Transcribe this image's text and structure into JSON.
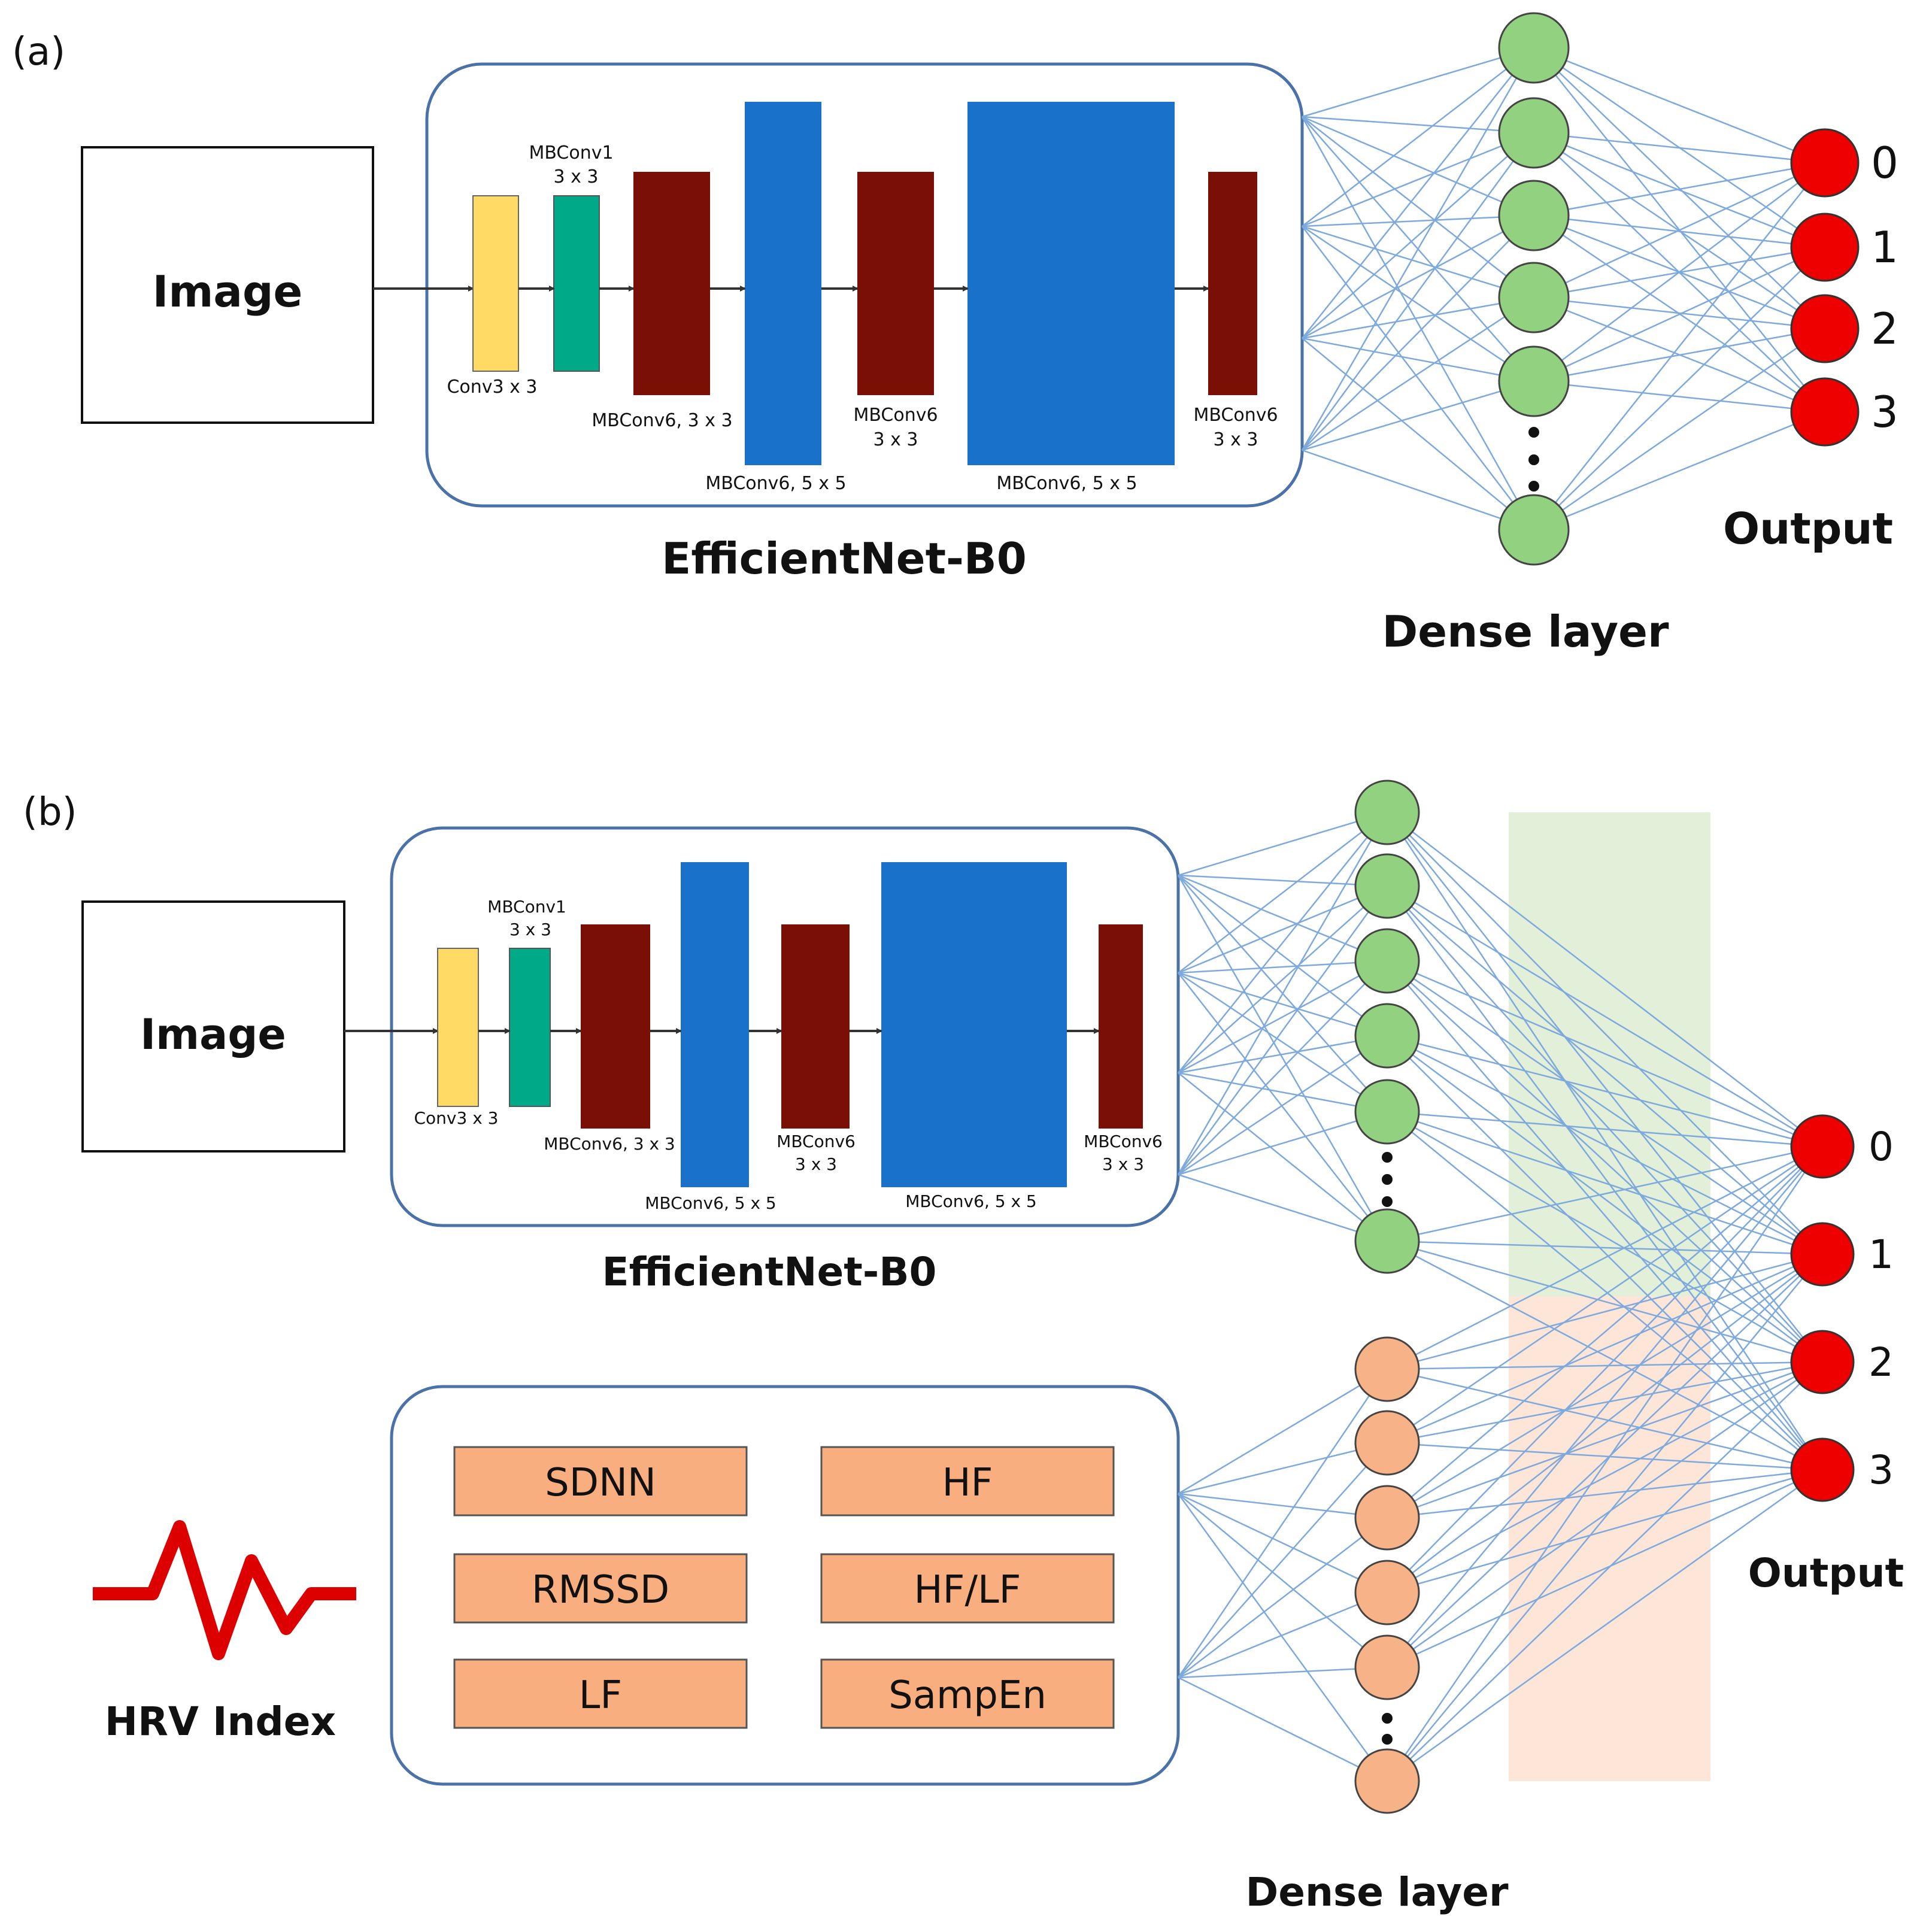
{
  "colors": {
    "conv": "#FFDB66",
    "mbconv1": "#00AA88",
    "mbconv6_3x3": "#7A0F06",
    "mbconv6_5x5": "#1971CA",
    "frame": "#4A72A8",
    "edges": "#7EA9DD",
    "dense_green": "#91D17F",
    "dense_orange": "#F8B287",
    "output_red": "#EE0000",
    "hrv_box": "#F8AE7E",
    "hrv_signal": "#DD0000",
    "band_green": "#E2EFD9",
    "band_orange": "#FDE5D8"
  },
  "panel_a": {
    "tag": "(a)",
    "image_label": "Image",
    "backbone_title": "EfficientNet-B0",
    "blocks": [
      {
        "name": "Conv3 x 3"
      },
      {
        "name": "MBConv1 3 x 3"
      },
      {
        "name": "MBConv6, 3 x 3"
      },
      {
        "name": "MBConv6, 5 x 5"
      },
      {
        "name": "MBConv6 3 x 3"
      },
      {
        "name": "MBConv6, 5 x 5"
      },
      {
        "name": "MBConv6 3 x 3"
      }
    ],
    "dense_title": "Dense layer",
    "output_title": "Output",
    "outputs": [
      "0",
      "1",
      "2",
      "3"
    ]
  },
  "panel_b": {
    "tag": "(b)",
    "image_label": "Image",
    "backbone_title": "EfficientNet-B0",
    "blocks": [
      {
        "name": "Conv3 x 3"
      },
      {
        "name": "MBConv1 3 x 3"
      },
      {
        "name": "MBConv6, 3 x 3"
      },
      {
        "name": "MBConv6, 5 x 5"
      },
      {
        "name": "MBConv6 3 x 3"
      },
      {
        "name": "MBConv6, 5 x 5"
      },
      {
        "name": "MBConv6 3 x 3"
      }
    ],
    "hrv_features": [
      "SDNN",
      "HF",
      "RMSSD",
      "HF/LF",
      "LF",
      "SampEn"
    ],
    "hrv_title": "HRV Index",
    "dense_title": "Dense layer",
    "output_title": "Output",
    "outputs": [
      "0",
      "1",
      "2",
      "3"
    ]
  }
}
